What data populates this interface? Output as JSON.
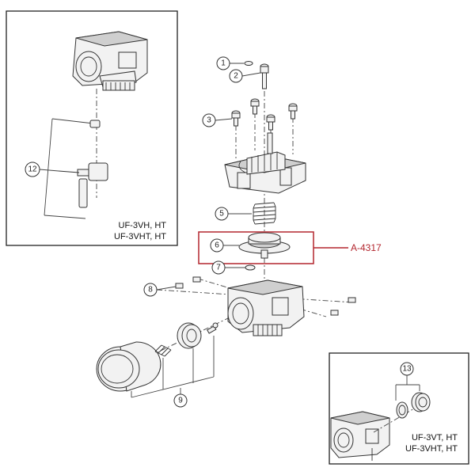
{
  "callouts": {
    "c1": "1",
    "c2": "2",
    "c3": "3",
    "c5": "5",
    "c6": "6",
    "c7": "7",
    "c8": "8",
    "c9": "9",
    "c12": "12",
    "c13": "13"
  },
  "inset_left": {
    "model_line1": "UF-3VH, HT",
    "model_line2": "UF-3VHT, HT"
  },
  "inset_right": {
    "model_line1": "UF-3VT, HT",
    "model_line2": "UF-3VHT, HT"
  },
  "highlight": {
    "part_number": "A-4317",
    "color": "#b3262e"
  }
}
